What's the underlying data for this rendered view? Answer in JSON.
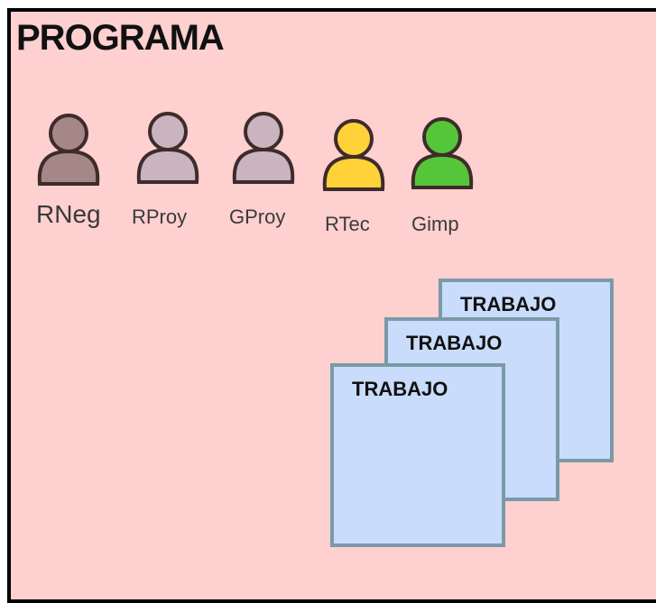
{
  "title": "PROGRAMA",
  "roles": [
    {
      "label": "RNeg",
      "color": "#a58787",
      "shade": "#7b5f5f"
    },
    {
      "label": "RProy",
      "color": "#c9b4c0",
      "shade": "#9c8592"
    },
    {
      "label": "GProy",
      "color": "#c9b4c0",
      "shade": "#9c8592"
    },
    {
      "label": "RTec",
      "color": "#ffd23a",
      "shade": "#d6a400"
    },
    {
      "label": "Gimp",
      "color": "#55c63a",
      "shade": "#2f9a1e"
    }
  ],
  "cards": [
    {
      "label": "TRABAJO"
    },
    {
      "label": "TRABAJO"
    },
    {
      "label": "TRABAJO"
    }
  ]
}
